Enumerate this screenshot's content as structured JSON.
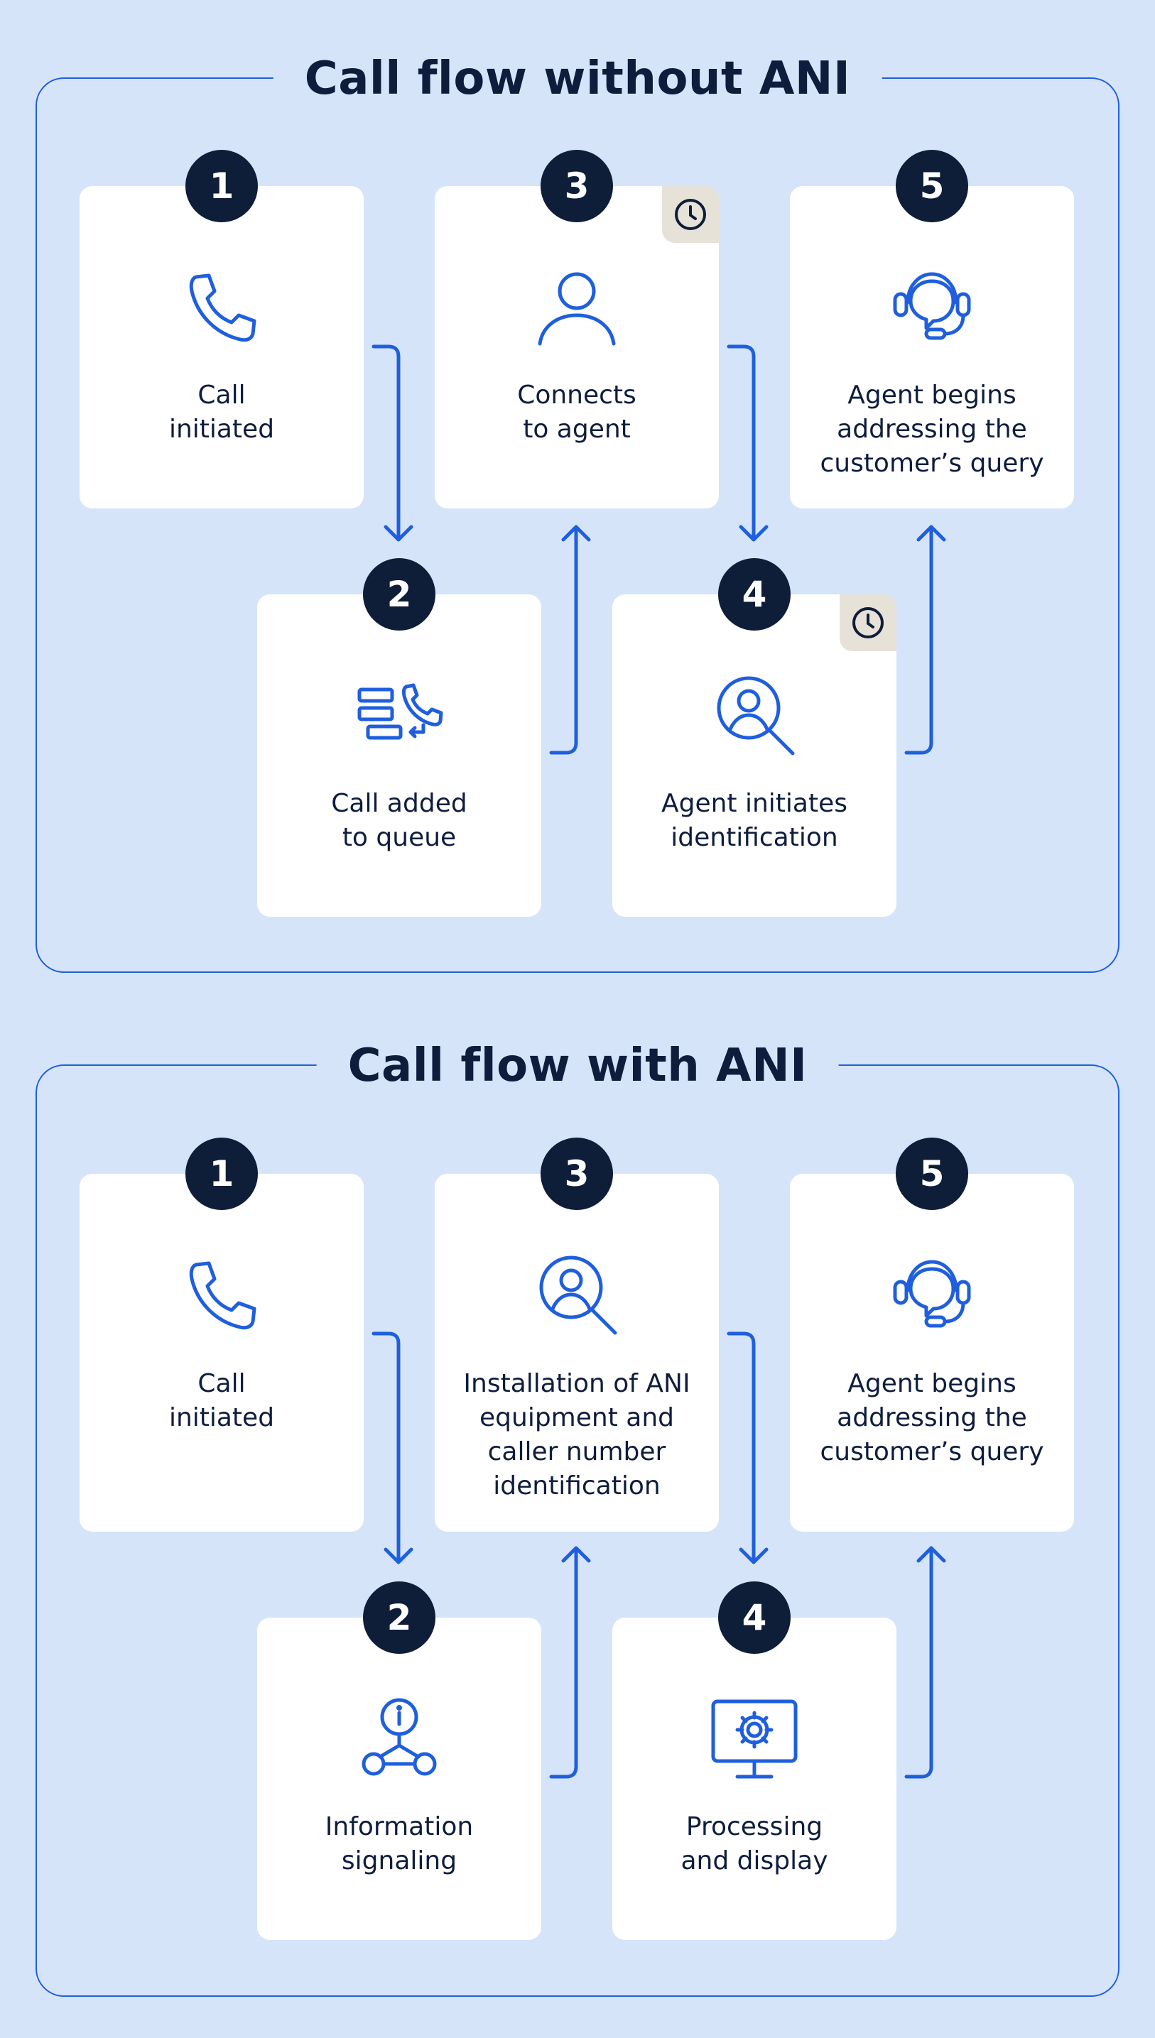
{
  "colors": {
    "background": "#d6e4fa",
    "accent": "#1f5fdd",
    "badge": "#0e1d38",
    "card": "#ffffff",
    "text": "#0f1d3d",
    "clock_tab": "#e7e2d8"
  },
  "without_ani": {
    "title": "Call flow without ANI",
    "steps": [
      {
        "number": "1",
        "label_lines": [
          "Call",
          "initiated"
        ],
        "icon": "phone-icon"
      },
      {
        "number": "2",
        "label_lines": [
          "Call added",
          "to queue"
        ],
        "icon": "queue-phone-icon"
      },
      {
        "number": "3",
        "label_lines": [
          "Connects",
          "to agent"
        ],
        "icon": "user-icon",
        "delay": "clock-icon"
      },
      {
        "number": "4",
        "label_lines": [
          "Agent initiates",
          "identification"
        ],
        "icon": "user-search-icon",
        "delay": "clock-icon"
      },
      {
        "number": "5",
        "label_lines": [
          "Agent begins",
          "addressing the",
          "customer’s query"
        ],
        "icon": "headset-icon"
      }
    ]
  },
  "with_ani": {
    "title": "Call flow with ANI",
    "steps": [
      {
        "number": "1",
        "label_lines": [
          "Call",
          "initiated"
        ],
        "icon": "phone-icon"
      },
      {
        "number": "2",
        "label_lines": [
          "Information",
          "signaling"
        ],
        "icon": "info-network-icon"
      },
      {
        "number": "3",
        "label_lines": [
          "Installation of ANI",
          "equipment and",
          "caller number",
          "identification"
        ],
        "icon": "user-search-icon"
      },
      {
        "number": "4",
        "label_lines": [
          "Processing",
          "and display"
        ],
        "icon": "monitor-gear-icon"
      },
      {
        "number": "5",
        "label_lines": [
          "Agent begins",
          "addressing the",
          "customer’s query"
        ],
        "icon": "headset-icon"
      }
    ]
  }
}
